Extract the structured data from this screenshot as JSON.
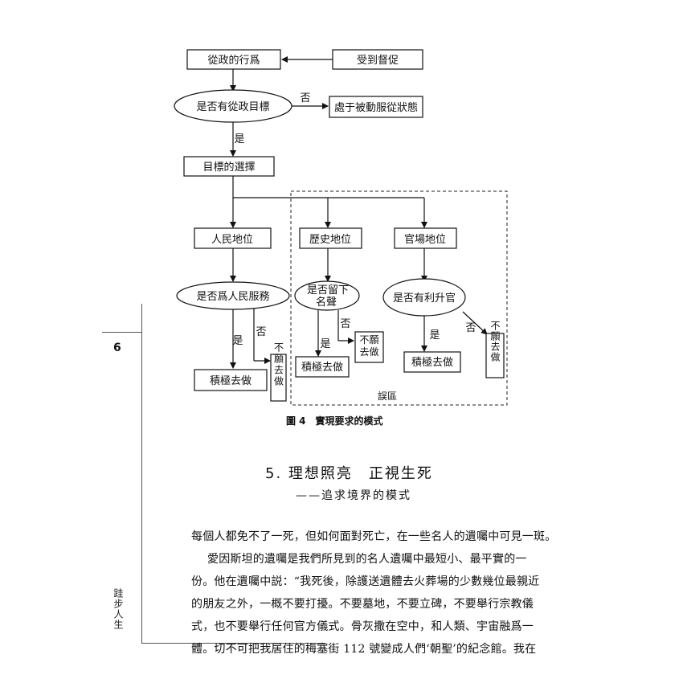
{
  "page_number": "6",
  "running_head": "跬步人生",
  "diagram": {
    "nodes": {
      "behavior": "從政的行爲",
      "urged": "受到督促",
      "has_goal": "是否有從政目標",
      "passive": "處于被動服從狀態",
      "choice": "目標的選擇",
      "people": "人民地位",
      "history": "歷史地位",
      "official": "官場地位",
      "serve_people": "是否爲人民服務",
      "leave_name_1": "是否留下",
      "leave_name_2": "名聲",
      "promotion": "是否有利升官",
      "active_1": "積極去做",
      "active_2": "積極去做",
      "active_3": "積極去做",
      "unwilling_1": "不願去做",
      "unwilling_2": "不願去做",
      "unwilling_3": "不願去做"
    },
    "labels": {
      "yes": "是",
      "no": "否",
      "misconception": "誤區"
    }
  },
  "figure_caption": "圖 4　實現要求的模式",
  "section": {
    "title": "5. 理想照亮　正視生死",
    "subtitle": "——追求境界的模式"
  },
  "body_lines": [
    "每個人都免不了一死，但如何面對死亡，在一些名人的遺囑中可見一斑。",
    "愛因斯坦的遺囑是我們所見到的名人遺囑中最短小、最平實的一",
    "份。他在遺囑中説：“我死後，除護送遺體去火葬場的少數幾位最親近",
    "的朋友之外，一概不要打擾。不要墓地，不要立碑，不要舉行宗教儀",
    "式，也不要舉行任何官方儀式。骨灰撒在空中，和人類、宇宙融爲一",
    "體。切不可把我居住的梅塞街 112 號變成人們‘朝聖’的紀念館。我在"
  ]
}
